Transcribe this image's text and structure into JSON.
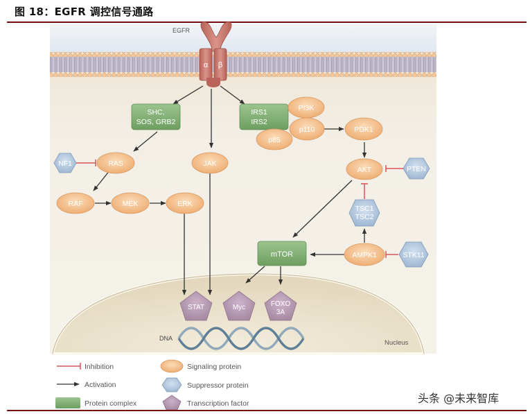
{
  "header": {
    "title": "图 18：EGFR 调控信号通路"
  },
  "watermark": "头条 @未来智库",
  "colors": {
    "rule": "#7a0d0d",
    "signaling_fill": "#f5c08e",
    "signaling_stroke": "#d79a64",
    "suppressor_fill": "#b8cde3",
    "suppressor_stroke": "#7e99b6",
    "complex_fill": "#7fae72",
    "complex_stroke": "#5f8f54",
    "tf_fill": "#b89bb5",
    "tf_stroke": "#8f718c",
    "inhibition": "#d9535a",
    "activation": "#333333",
    "cytoplasm": "#efe9dc",
    "nucleus": "#e8dfc8"
  },
  "diagram": {
    "receptor": {
      "label": "EGFR",
      "alpha": "α",
      "beta": "β"
    },
    "nodes": {
      "shc_complex": [
        "SHC,",
        "SOS, GRB2"
      ],
      "irs_complex": [
        "IRS1",
        "IRS2"
      ],
      "pi3k": "PI3K",
      "p110": "p110",
      "p85": "p85",
      "pdk1": "PDK1",
      "nf1": "NF1",
      "ras": "RAS",
      "jak": "JAK",
      "akt": "AKT",
      "pten": "PTEN",
      "raf": "RAF",
      "mek": "MEK",
      "erk": "ERK",
      "tsc": [
        "TSC1",
        "TSC2"
      ],
      "mtor": "mTOR",
      "ampk1": "AMPK1",
      "stk11": "STK11",
      "stat": "STAT",
      "myc": "Myc",
      "foxo": [
        "FOXO",
        "3A"
      ]
    },
    "dna_label": "DNA",
    "nucleus_label": "Nucleus"
  },
  "legend": {
    "inhibition": "Inhibition",
    "activation": "Activation",
    "protein_complex": "Protein complex",
    "signaling_protein": "Signaling protein",
    "suppressor_protein": "Suppressor protein",
    "transcription_factor": "Transcription factor"
  }
}
